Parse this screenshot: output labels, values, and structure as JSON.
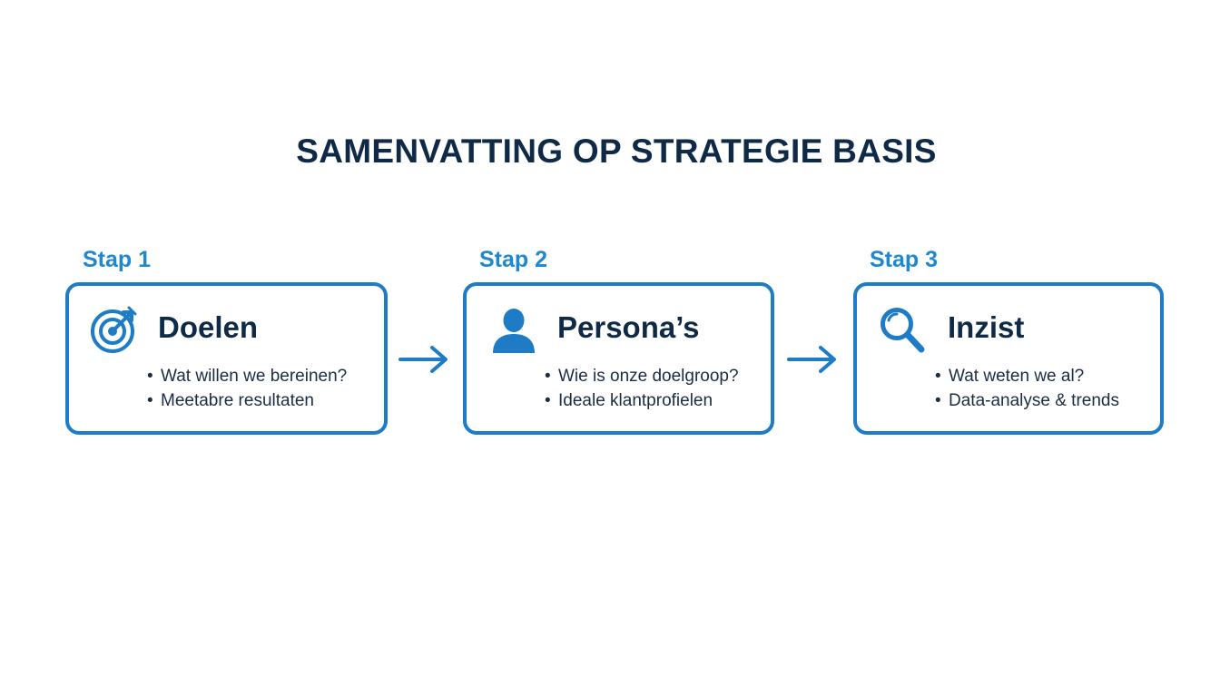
{
  "title": "SAMENVATTING OP STRATEGIE BASIS",
  "colors": {
    "accent": "#1e88d1",
    "border": "#1e7cc7",
    "heading": "#0f2a47",
    "text": "#1a2d45"
  },
  "steps": [
    {
      "label": "Stap 1",
      "heading": "Doelen",
      "icon": "target-icon",
      "bullets": [
        "Wat willen we bereinen?",
        "Meetabre resultaten"
      ]
    },
    {
      "label": "Stap 2",
      "heading": "Persona’s",
      "icon": "person-icon",
      "bullets": [
        "Wie is onze doelgroop?",
        "Ideale klantprofielen"
      ]
    },
    {
      "label": "Stap 3",
      "heading": "Inzist",
      "icon": "magnifier-icon",
      "bullets": [
        "Wat weten we al?",
        "Data-analyse & trends"
      ]
    }
  ]
}
